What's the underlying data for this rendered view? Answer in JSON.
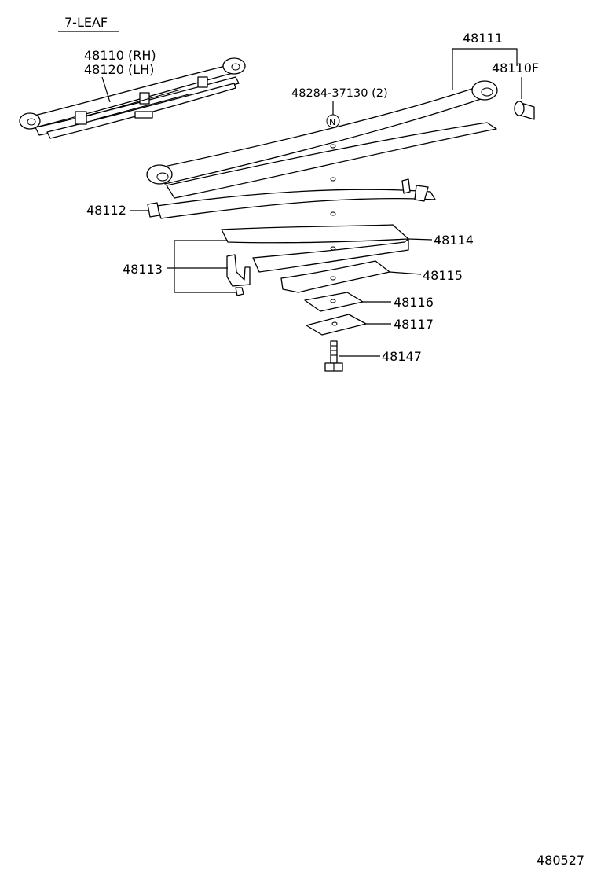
{
  "diagram": {
    "title": "7-LEAF",
    "figure_number": "480527",
    "parts": {
      "assembly_rh": "48110 (RH)",
      "assembly_lh": "48120 (LH)",
      "leaf_no1": "48111",
      "bushing": "48110F",
      "nut": "48284-37130 (2)",
      "nut_symbol": "N",
      "leaf_no2": "48112",
      "clip": "48113",
      "leaf_no4": "48114",
      "leaf_no5": "48115",
      "leaf_no6": "48116",
      "leaf_no7": "48117",
      "center_bolt": "48147"
    }
  }
}
